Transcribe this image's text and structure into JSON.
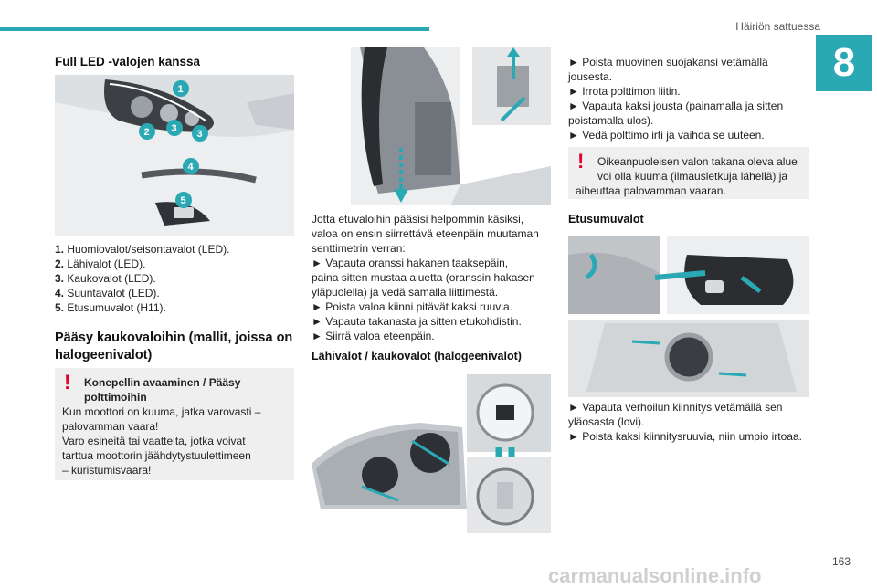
{
  "header": {
    "section": "Häiriön sattuessa",
    "chapter": "8"
  },
  "col1": {
    "title": "Full LED -valojen kanssa",
    "legend": [
      {
        "num": "1.",
        "text": "Huomiovalot/seisontavalot (LED)."
      },
      {
        "num": "2.",
        "text": "Lähivalot (LED)."
      },
      {
        "num": "3.",
        "text": "Kaukovalot (LED)."
      },
      {
        "num": "4.",
        "text": "Suuntavalot (LED)."
      },
      {
        "num": "5.",
        "text": "Etusumuvalot (H11)."
      }
    ],
    "badges": [
      "1",
      "2",
      "3",
      "3",
      "4",
      "5"
    ],
    "subtitle_line1": "Pääsy kaukovaloihin (mallit, joissa on",
    "subtitle_line2": "halogeenivalot)",
    "warning": {
      "mark": "!",
      "title_line1": "Konepellin avaaminen / Pääsy",
      "title_line2": "polttimoihin",
      "lines": [
        "Kun moottori on kuuma, jatka varovasti –",
        "palovamman vaara!",
        "Varo esineitä tai vaatteita, jotka voivat",
        "tarttua moottorin jäähdytystuulettimeen",
        "– kuristumisvaara!"
      ]
    }
  },
  "col2": {
    "lines": [
      "Jotta etuvaloihin pääsisi helpommin käsiksi,",
      "valoa on ensin siirrettävä eteenpäin muutaman",
      "senttimetrin verran:",
      "► Vapauta oranssi hakanen taaksepäin,",
      "paina sitten mustaa aluetta (oranssin hakasen",
      "yläpuolella) ja vedä samalla liittimestä.",
      "► Poista valoa kiinni pitävät kaksi ruuvia.",
      "► Vapauta takanasta ja sitten etukohdistin.",
      "► Siirrä valoa eteenpäin."
    ],
    "subtitle": "Lähivalot / kaukovalot (halogeenivalot)"
  },
  "col3": {
    "lines": [
      "► Poista muovinen suojakansi vetämällä",
      "jousesta.",
      "► Irrota polttimon liitin.",
      "► Vapauta kaksi jousta (painamalla ja sitten",
      "poistamalla ulos).",
      "► Vedä polttimo irti ja vaihda se uuteen."
    ],
    "warning": {
      "mark": "!",
      "lines": [
        "Oikeanpuoleisen valon takana oleva alue",
        "voi olla kuuma (ilmausletkuja lähellä) ja",
        "aiheuttaa palovamman vaaran."
      ]
    },
    "subtitle": "Etusumuvalot",
    "lines2": [
      "► Vapauta verhoilun kiinnitys vetämällä sen",
      "yläosasta (lovi).",
      "► Poista kaksi kiinnitysruuvia, niin umpio irtoaa."
    ]
  },
  "footer": {
    "page": "163",
    "url": "carmanualsonline.info"
  }
}
